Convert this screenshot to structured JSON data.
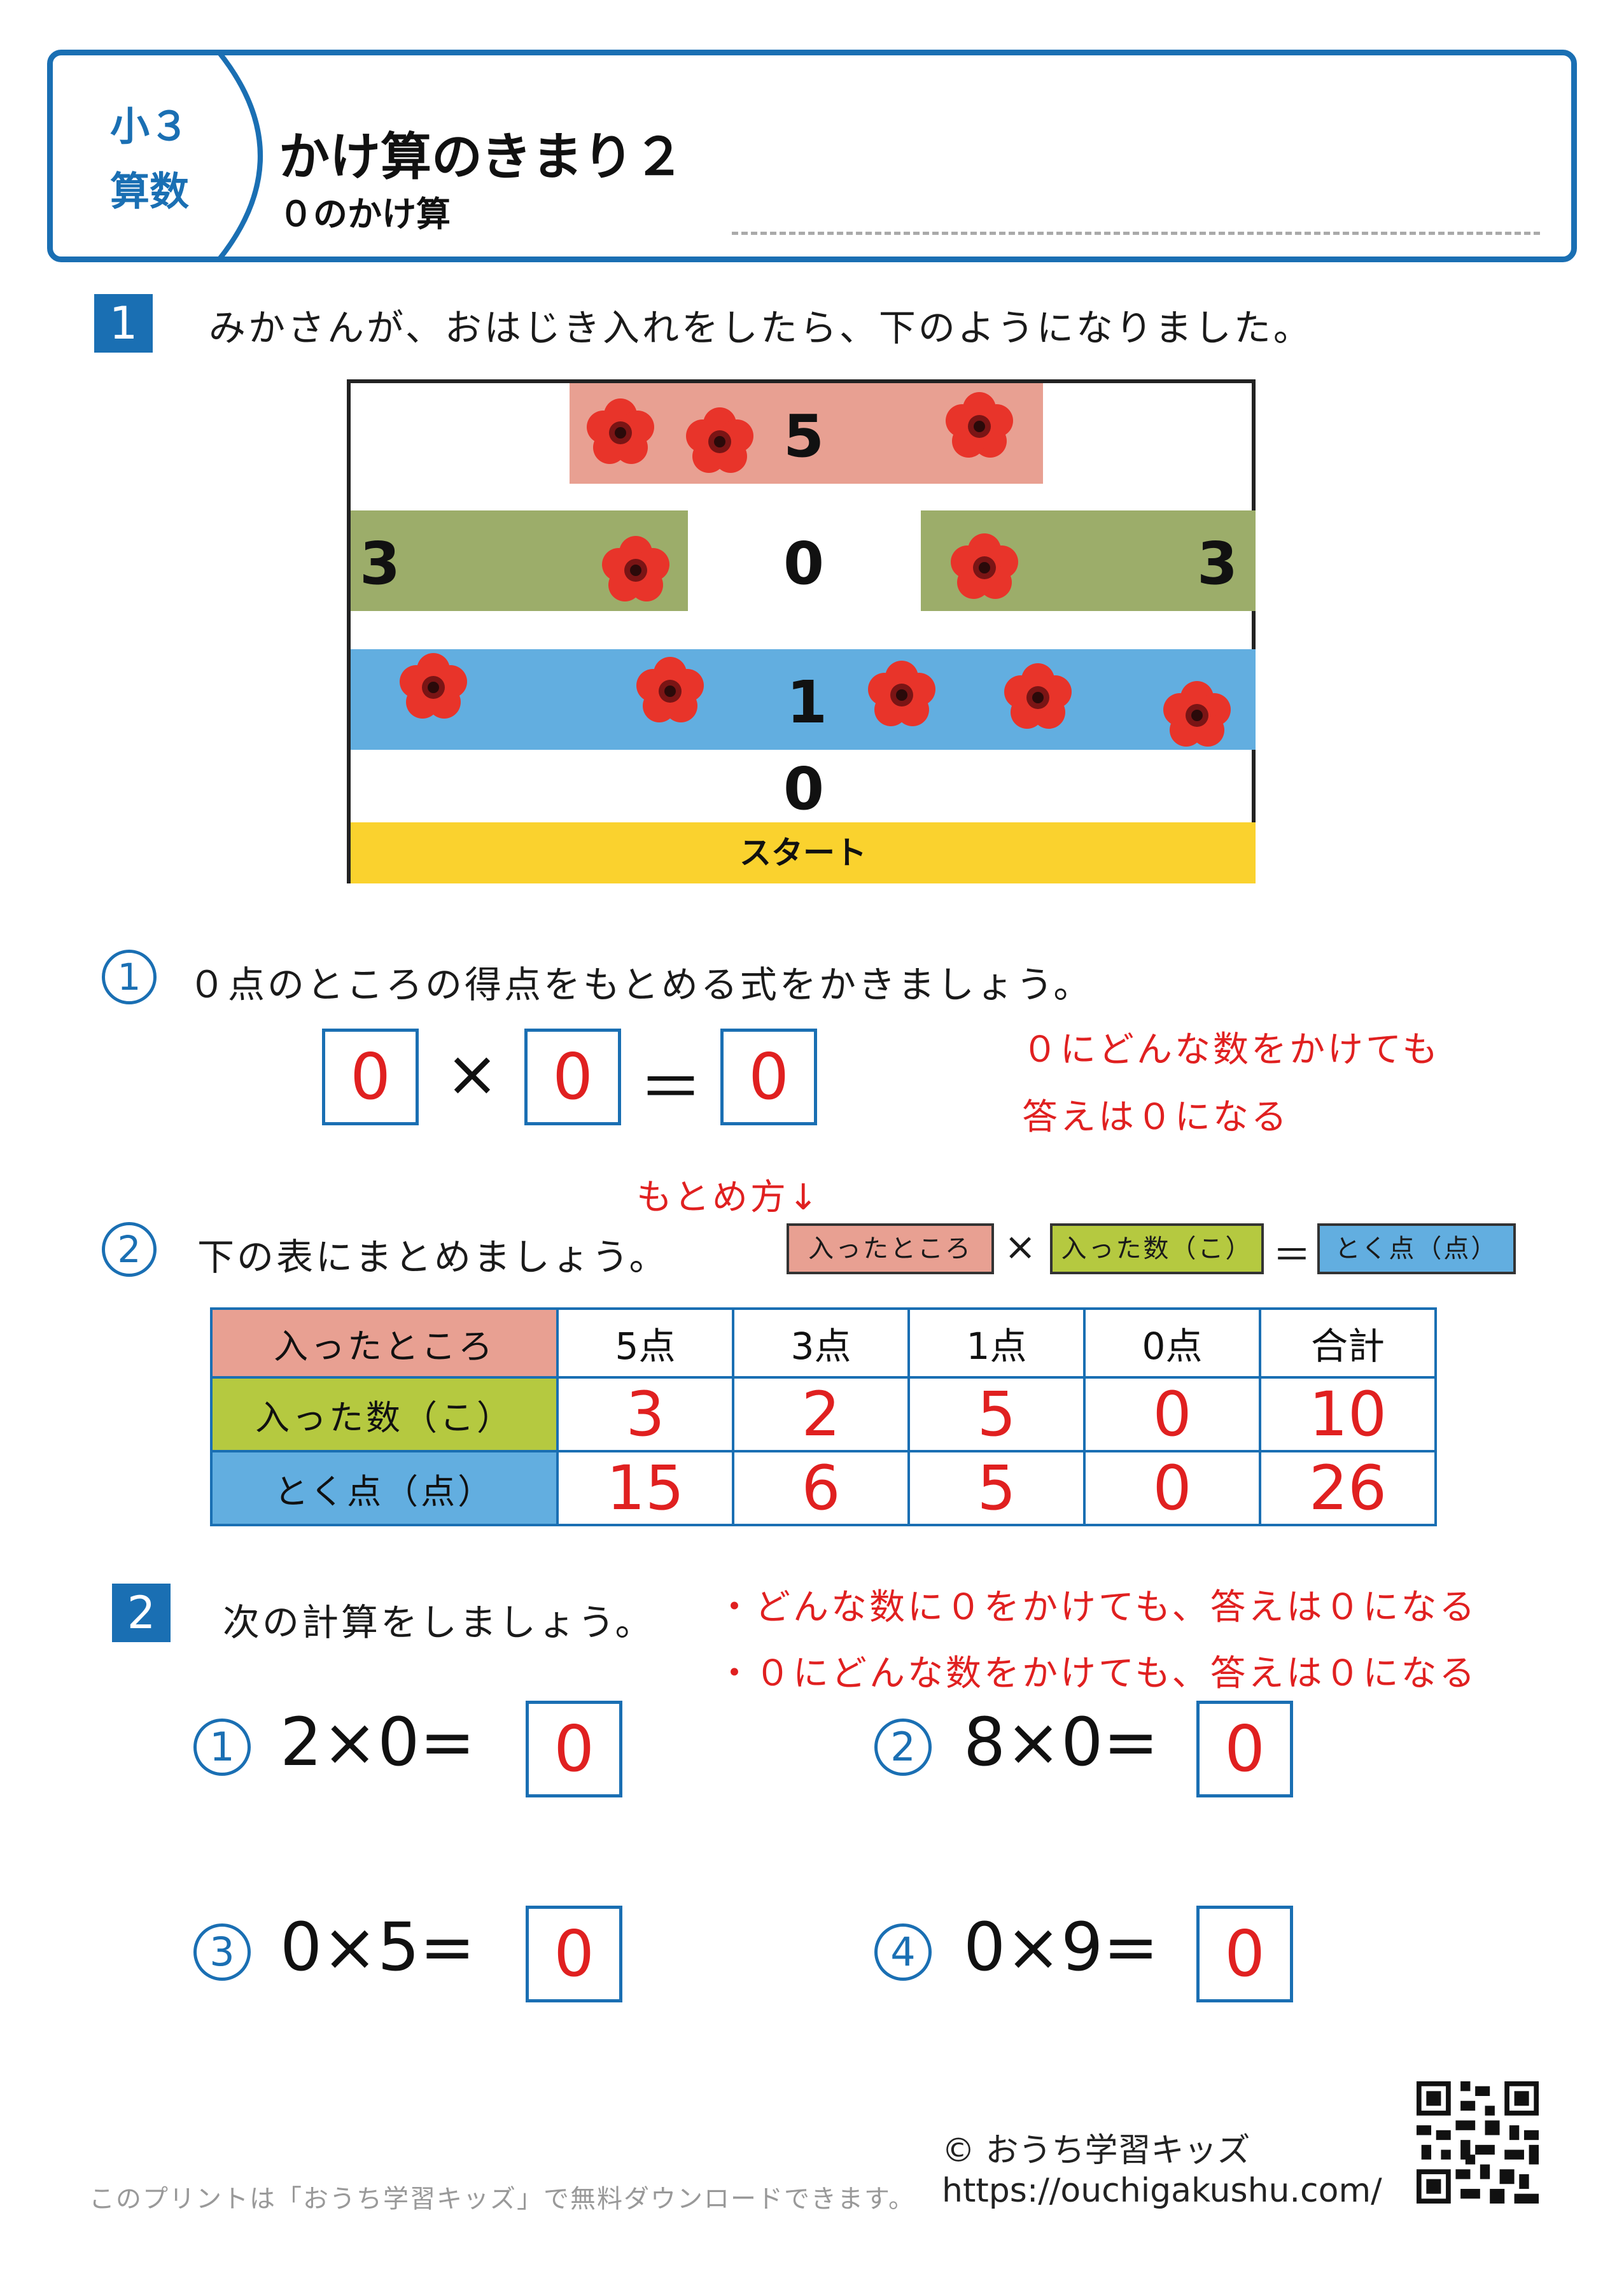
{
  "header": {
    "grade": "小３",
    "subject": "算数",
    "title": "かけ算のきまり２",
    "subtitle": "０のかけ算"
  },
  "section1": {
    "badge": "1",
    "question": "みかさんが、おはじき入れをしたら、下のようになりました。",
    "board": {
      "top_score": "5",
      "left_score": "3",
      "center_score": "0",
      "right_score": "3",
      "middle_score": "1",
      "lower_score": "0",
      "start_label": "スタート"
    },
    "q1": {
      "number": "1",
      "text": "０点のところの得点をもとめる式をかきましょう。",
      "answer_a": "0",
      "op_mul": "×",
      "answer_b": "0",
      "op_eq": "＝",
      "answer_c": "0",
      "note_line1": "０にどんな数をかけても",
      "note_line2": "答えは０になる"
    },
    "q2": {
      "number": "2",
      "text": "下の表にまとめましょう。",
      "method_label": "もとめ方↓",
      "legend": {
        "place": "入ったところ",
        "mul": "×",
        "count": "入った数（こ）",
        "eq": "＝",
        "points": "とく点（点）"
      },
      "table": {
        "row_labels": [
          "入ったところ",
          "入った数（こ）",
          "とく点（点）"
        ],
        "columns": [
          "5点",
          "3点",
          "1点",
          "0点",
          "合計"
        ],
        "counts": [
          "3",
          "2",
          "5",
          "0",
          "10"
        ],
        "points": [
          "15",
          "6",
          "5",
          "0",
          "26"
        ]
      }
    }
  },
  "section2": {
    "badge": "2",
    "question": "次の計算をしましょう。",
    "note_line1": "・どんな数に０をかけても、答えは０になる",
    "note_line2": "・０にどんな数をかけても、答えは０になる",
    "problems": [
      {
        "number": "1",
        "expr": "2×0=",
        "answer": "0"
      },
      {
        "number": "2",
        "expr": "8×0=",
        "answer": "0"
      },
      {
        "number": "3",
        "expr": "0×5=",
        "answer": "0"
      },
      {
        "number": "4",
        "expr": "0×9=",
        "answer": "0"
      }
    ]
  },
  "footer": {
    "note": "このプリントは「おうち学習キッズ」で無料ダウンロードできます。",
    "copyright": "© おうち学習キッズ",
    "url": "https://ouchigakushu.com/"
  },
  "colors": {
    "accent_blue": "#1a6fb3",
    "answer_red": "#e02020",
    "band_pink": "#e8a092",
    "band_green": "#9cad6a",
    "band_blue": "#62aee0",
    "band_yellow": "#fad22e",
    "legend_green": "#b5c940"
  }
}
